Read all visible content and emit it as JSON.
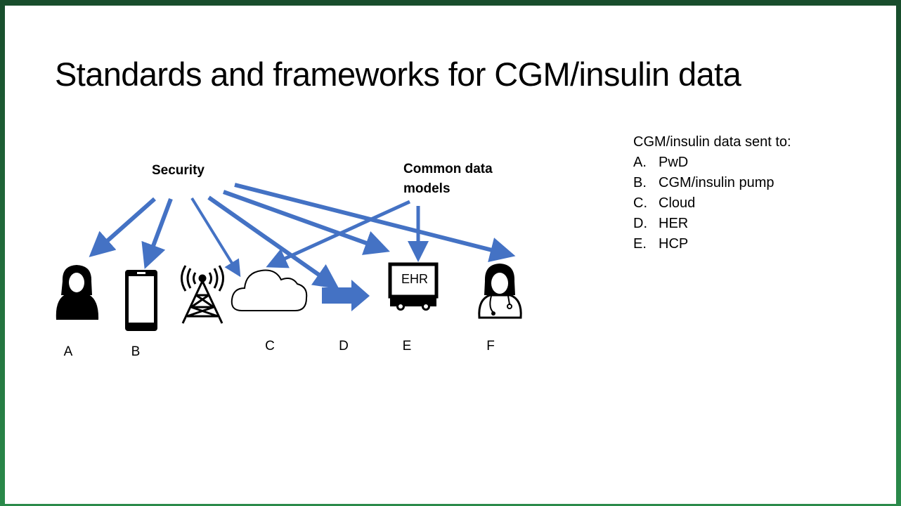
{
  "title": "Standards and frameworks for CGM/insulin data",
  "diagram": {
    "security_label": "Security",
    "cdm_label_line1": "Common data",
    "cdm_label_line2": "models",
    "arrow_color": "#4472c4",
    "nodes": [
      {
        "letter": "A",
        "icon": "person-woman-icon"
      },
      {
        "letter": "B",
        "icon": "smartphone-icon"
      },
      {
        "letter": "",
        "icon": "cell-tower-icon"
      },
      {
        "letter": "C",
        "icon": "cloud-icon"
      },
      {
        "letter": "D",
        "icon": "block-arrow-icon"
      },
      {
        "letter": "E",
        "icon": "ehr-monitor-icon"
      },
      {
        "letter": "F",
        "icon": "doctor-icon"
      }
    ],
    "ehr_text": "EHR"
  },
  "legend": {
    "heading": "CGM/insulin data sent to:",
    "items": [
      {
        "key": "A.",
        "text": "PwD"
      },
      {
        "key": "B.",
        "text": "CGM/insulin pump"
      },
      {
        "key": "C.",
        "text": "Cloud"
      },
      {
        "key": "D.",
        "text": "HER"
      },
      {
        "key": "E.",
        "text": "HCP"
      }
    ]
  }
}
